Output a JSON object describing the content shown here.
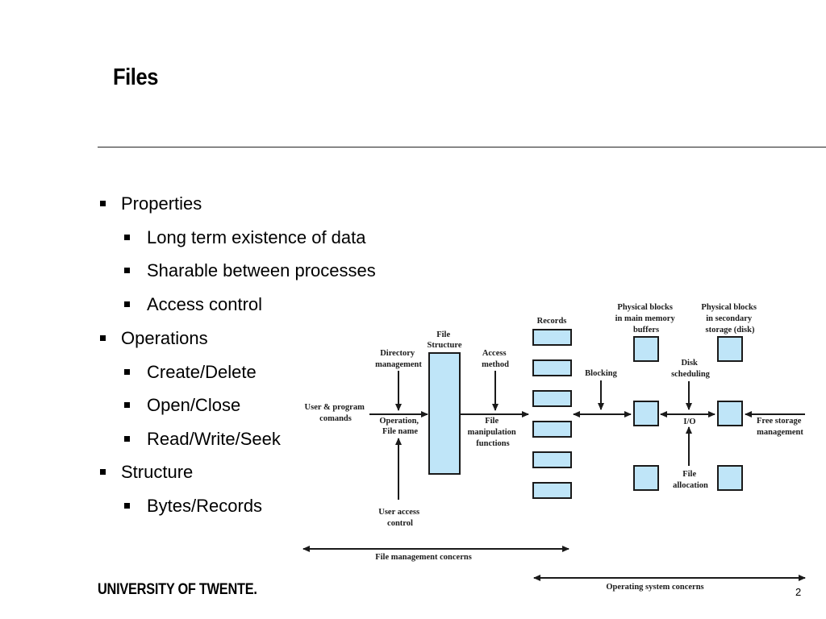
{
  "title": "Files",
  "bullets": [
    {
      "text": "Properties"
    },
    {
      "text": "Long term existence of data"
    },
    {
      "text": "Sharable between processes"
    },
    {
      "text": "Access control"
    },
    {
      "text": "Operations"
    },
    {
      "text": "Create/Delete"
    },
    {
      "text": "Open/Close"
    },
    {
      "text": "Read/Write/Seek"
    },
    {
      "text": "Structure"
    },
    {
      "text": "Bytes/Records"
    }
  ],
  "diagram": {
    "records": "Records",
    "file_structure": [
      "File",
      "Structure"
    ],
    "directory_management": [
      "Directory",
      "management"
    ],
    "access_method": [
      "Access",
      "method"
    ],
    "user_program_commands": [
      "User & program",
      "comands"
    ],
    "operation_file_name": [
      "Operation,",
      "File name"
    ],
    "file_manipulation": [
      "File",
      "manipulation",
      "functions"
    ],
    "user_access_control": [
      "User access",
      "control"
    ],
    "blocking": "Blocking",
    "physical_blocks_main": [
      "Physical blocks",
      "in main memory",
      "buffers"
    ],
    "physical_blocks_secondary": [
      "Physical blocks",
      "in secondary",
      "storage (disk)"
    ],
    "disk_scheduling": [
      "Disk",
      "scheduling"
    ],
    "io": "I/O",
    "file_allocation": [
      "File",
      "allocation"
    ],
    "free_storage": [
      "Free storage",
      "management"
    ],
    "file_management_concerns": "File management concerns",
    "operating_system_concerns": "Operating system concerns",
    "box_fill": "#bfe5f8",
    "box_stroke": "#1a1a1a"
  },
  "footer": {
    "logo": "UNIVERSITY OF TWENTE.",
    "page_number": "2"
  }
}
